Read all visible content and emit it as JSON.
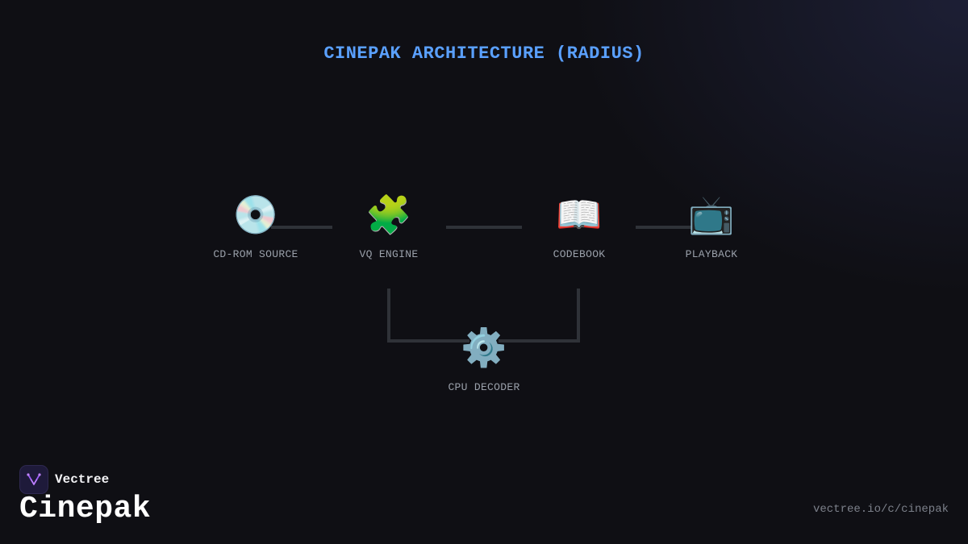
{
  "title": "CINEPAK ARCHITECTURE (RADIUS)",
  "nodes": [
    {
      "id": "cd-rom-source",
      "label": "CD-ROM SOURCE",
      "icon": "💿",
      "icon_name": "cd-disc-icon"
    },
    {
      "id": "vq-engine",
      "label": "VQ ENGINE",
      "icon": "🧩",
      "icon_name": "puzzle-piece-icon"
    },
    {
      "id": "codebook",
      "label": "CODEBOOK",
      "icon": "📖",
      "icon_name": "open-book-icon"
    },
    {
      "id": "playback",
      "label": "PLAYBACK",
      "icon": "📺",
      "icon_name": "television-icon"
    },
    {
      "id": "cpu-decoder",
      "label": "CPU DECODER",
      "icon": "⚙️",
      "icon_name": "gear-icon"
    }
  ],
  "edges": [
    {
      "from": "cd-rom-source",
      "to": "vq-engine"
    },
    {
      "from": "vq-engine",
      "to": "codebook"
    },
    {
      "from": "codebook",
      "to": "playback"
    },
    {
      "from": "vq-engine",
      "to": "cpu-decoder"
    },
    {
      "from": "codebook",
      "to": "cpu-decoder"
    }
  ],
  "colors": {
    "title": "#5aa0ff",
    "connector": "#2f3238",
    "label": "#9aa0aa",
    "background": "#0f0f14"
  },
  "footer": {
    "brand": "Vectree",
    "product": "Cinepak",
    "url": "vectree.io/c/cinepak",
    "logo_icon": "vectree-logo-icon"
  }
}
